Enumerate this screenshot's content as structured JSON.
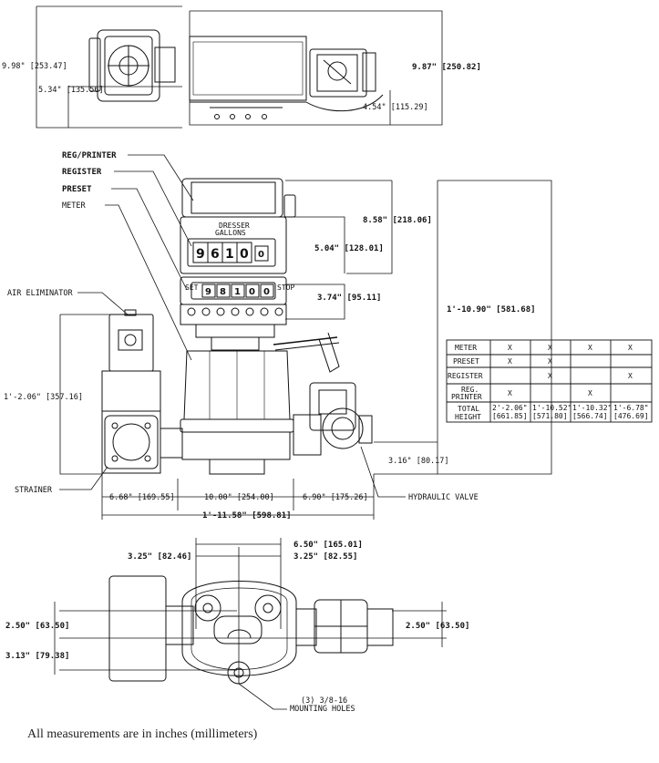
{
  "top_view": {
    "width": "9.98\" [253.47]",
    "offset_left": "5.34\" [135.56]",
    "right_dim": "9.87\" [250.82]",
    "offset_right": "4.54\" [115.29]"
  },
  "callouts": {
    "reg_printer": "REG/PRINTER",
    "register": "REGISTER",
    "preset": "PRESET",
    "meter": "METER",
    "air_eliminator": "AIR ELIMINATOR",
    "strainer": "STRAINER",
    "hydraulic_valve": "HYDRAULIC VALVE",
    "mounting_holes_1": "(3) 3/8-16",
    "mounting_holes_2": "MOUNTING HOLES"
  },
  "register_face": {
    "brand": "DRESSER",
    "units": "GALLONS",
    "digits": [
      "9",
      "6",
      "1",
      "0",
      "0"
    ],
    "preset_digits": [
      "9",
      "8",
      "1",
      "0",
      "0"
    ],
    "set": "SET",
    "stop": "STOP"
  },
  "front_dims": {
    "reg_height": "8.58\" [218.06]",
    "register_height": "5.04\" [128.01]",
    "preset_height": "3.74\" [95.11]",
    "total_height": "1'-10.90\" [581.68]",
    "air_elim_height": "1'-2.06\" [357.16]",
    "valve_height": "3.16\" [80.17]",
    "w_left": "6.68\" [169.55]",
    "w_center": "10.00\" [254.00]",
    "w_right": "6.90\" [175.26]",
    "w_total": "1'-11.58\" [598.81]"
  },
  "table": {
    "rows": [
      {
        "label": "METER",
        "cells": [
          "X",
          "X",
          "X",
          "X"
        ]
      },
      {
        "label": "PRESET",
        "cells": [
          "X",
          "X",
          "",
          ""
        ]
      },
      {
        "label": "REGISTER",
        "cells": [
          "",
          "X",
          "",
          "X"
        ]
      },
      {
        "label_lines": [
          "REG.",
          "PRINTER"
        ],
        "cells": [
          "X",
          "",
          "X",
          ""
        ]
      },
      {
        "label_lines": [
          "TOTAL",
          "HEIGHT"
        ],
        "cell_lines": [
          [
            "2'-2.06\"",
            "[661.85]"
          ],
          [
            "1'-10.52\"",
            "[571.80]"
          ],
          [
            "1'-10.32\"",
            "[566.74]"
          ],
          [
            "1'-6.78\"",
            "[476.69]"
          ]
        ]
      }
    ]
  },
  "bottom_dims": {
    "span_top": "6.50\" [165.01]",
    "left_half": "3.25\" [82.46]",
    "right_half": "3.25\" [82.55]",
    "left_port": "2.50\" [63.50]",
    "right_port": "2.50\" [63.50]",
    "left_low": "3.13\" [79.38]"
  },
  "footnote": "All measurements are in inches (millimeters)"
}
